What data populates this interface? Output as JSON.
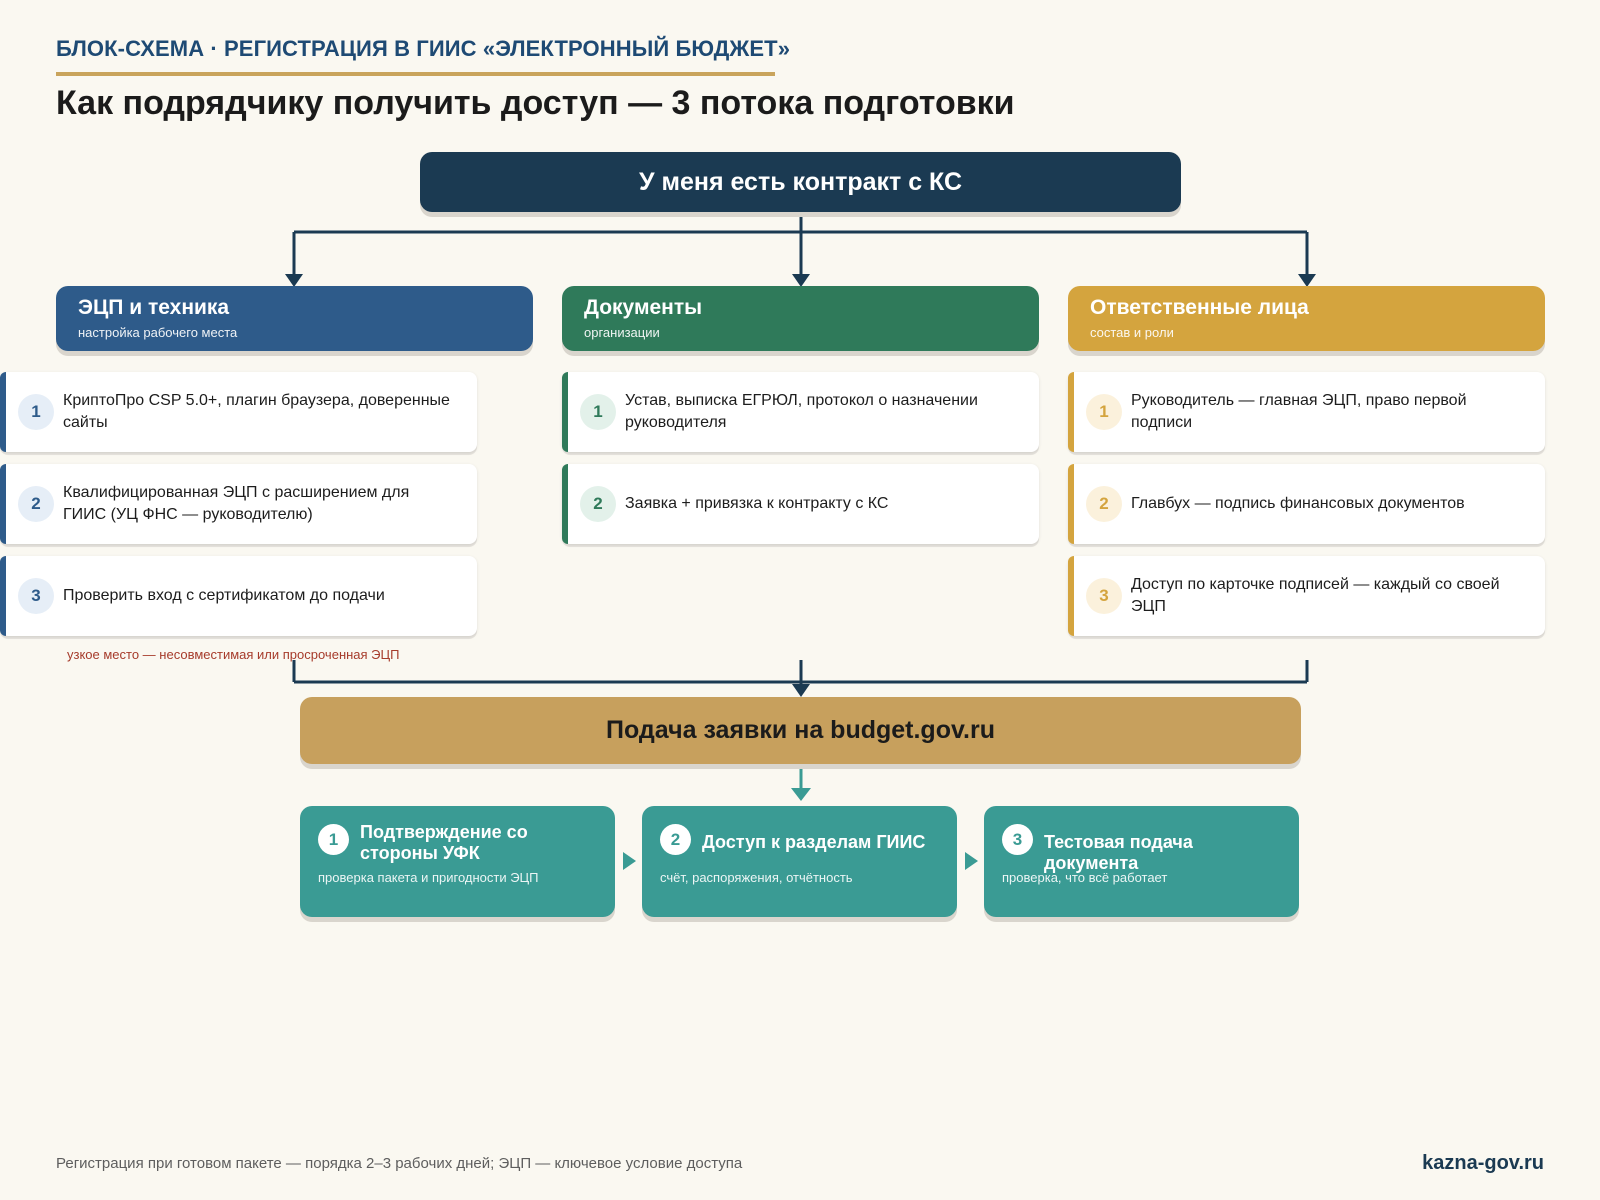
{
  "header": {
    "eyebrow": "БЛОК-СХЕМА · РЕГИСТРАЦИЯ В ГИИС «ЭЛЕКТРОННЫЙ БЮДЖЕТ»",
    "title": "Как подрядчику получить доступ — 3 потока подготовки"
  },
  "root": {
    "label": "У меня есть контракт с КС"
  },
  "columns": [
    {
      "title": "ЭЦП и техника",
      "subtitle": "настройка рабочего места",
      "color": "#2e5b8a",
      "items": [
        {
          "num": "1",
          "text": "КриптоПро CSP 5.0+, плагин браузера, доверенные сайты"
        },
        {
          "num": "2",
          "text": "Квалифицированная ЭЦП с расширением для ГИИС (УЦ ФНС — руководителю)"
        },
        {
          "num": "3",
          "text": "Проверить вход с сертификатом до подачи"
        }
      ],
      "note": "узкое место — несовместимая или просроченная ЭЦП"
    },
    {
      "title": "Документы",
      "subtitle": "организации",
      "color": "#2f7a5a",
      "items": [
        {
          "num": "1",
          "text": "Устав, выписка ЕГРЮЛ, протокол о назначении руководителя"
        },
        {
          "num": "2",
          "text": "Заявка + привязка к контракту с КС"
        }
      ]
    },
    {
      "title": "Ответственные лица",
      "subtitle": "состав и роли",
      "color": "#d4a43e",
      "items": [
        {
          "num": "1",
          "text": "Руководитель — главная ЭЦП, право первой подписи"
        },
        {
          "num": "2",
          "text": "Главбух — подпись финансовых документов"
        },
        {
          "num": "3",
          "text": "Доступ по карточке подписей — каждый со своей ЭЦП"
        }
      ]
    }
  ],
  "submit": {
    "label": "Подача заявки на budget.gov.ru"
  },
  "steps": [
    {
      "num": "1",
      "title": "Подтверждение со стороны УФК",
      "subtitle": "проверка пакета и пригодности ЭЦП"
    },
    {
      "num": "2",
      "title": "Доступ к разделам ГИИС",
      "subtitle": "счёт, распоряжения, отчётность"
    },
    {
      "num": "3",
      "title": "Тестовая подача документа",
      "subtitle": "проверка, что всё работает"
    }
  ],
  "footer": {
    "note": "Регистрация при готовом пакете — порядка 2–3 рабочих дней; ЭЦП — ключевое условие доступа",
    "brand": "kazna-gov.ru"
  },
  "colors": {
    "navy": "#1b3a52",
    "connector": "#1b3a52",
    "teal": "#3a9b94",
    "gold": "#c7a05d",
    "warning": "#a63b2b"
  }
}
